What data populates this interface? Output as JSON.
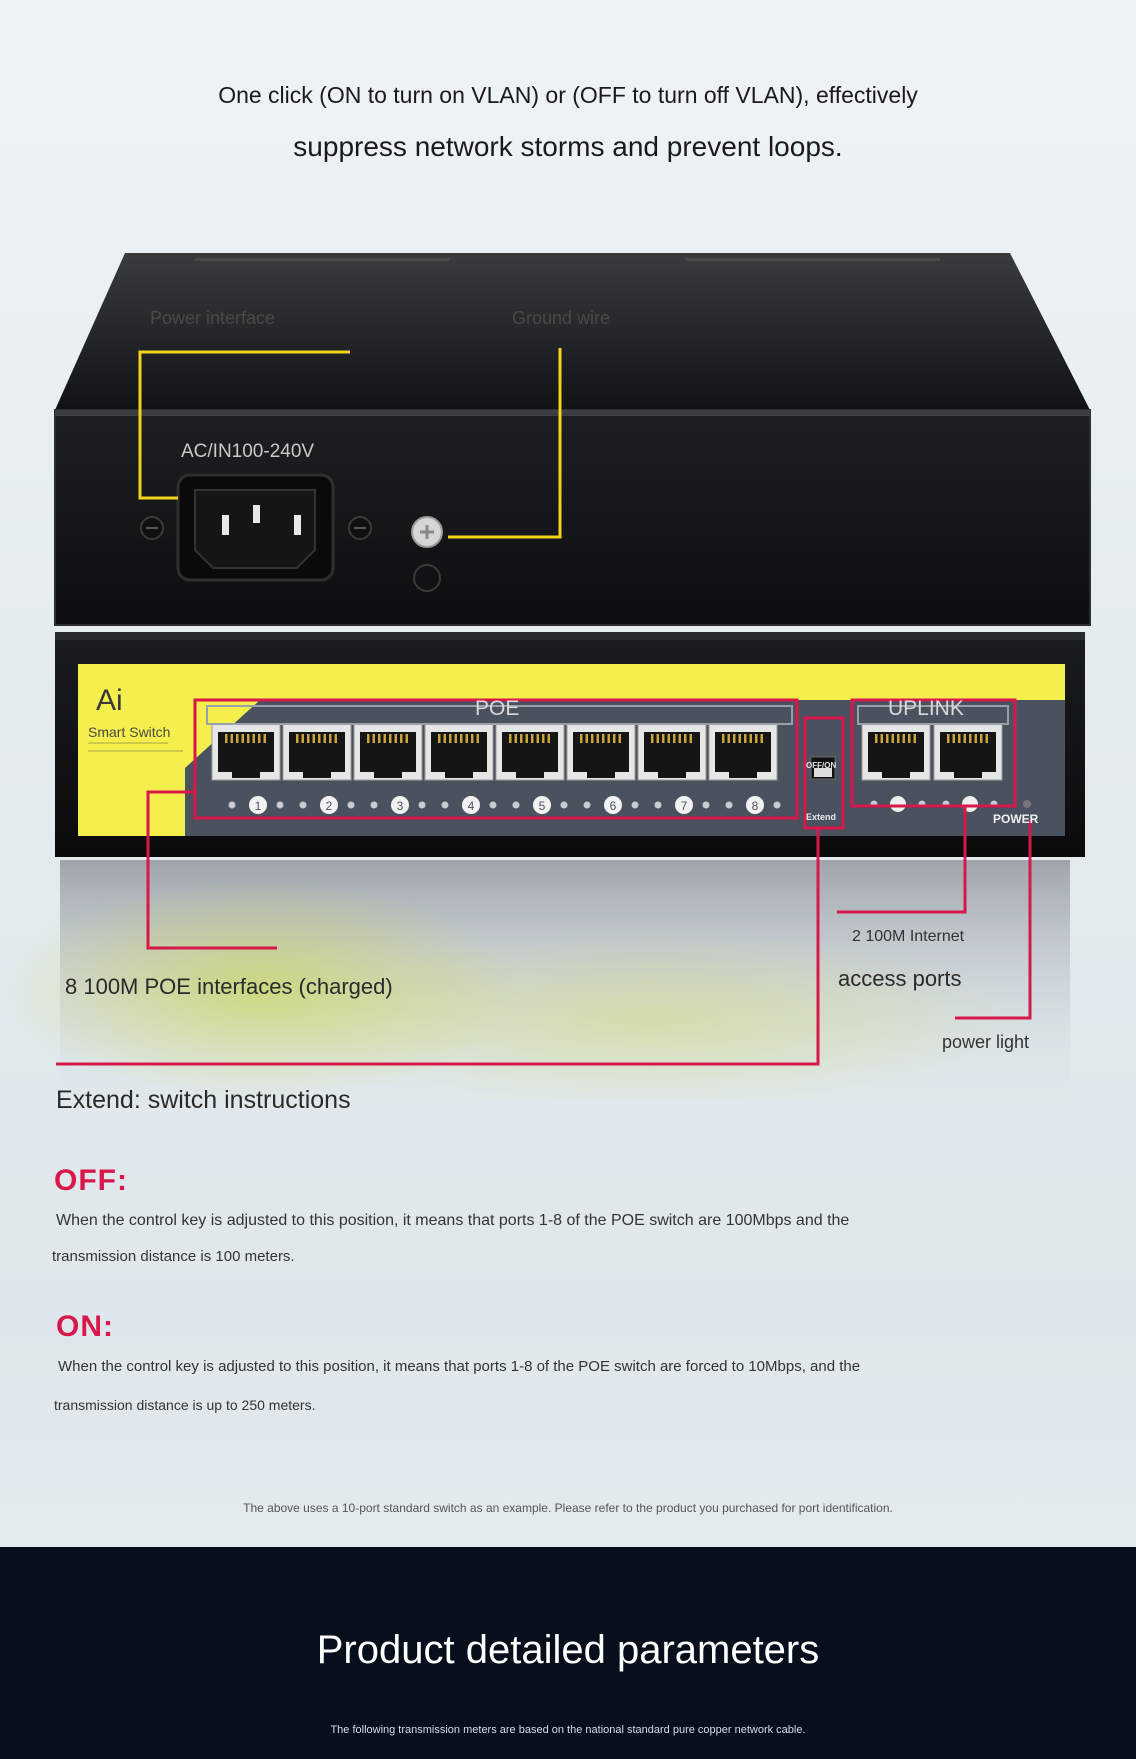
{
  "header": {
    "line1": "One click (ON to turn on VLAN) or (OFF to turn off VLAN), effectively",
    "line2": "suppress network storms and prevent loops."
  },
  "device": {
    "power_interface_label": "Power interface",
    "ground_wire_label": "Ground wire",
    "ac_input_label": "AC/IN100-240V",
    "brand_mark": "Ai",
    "product_name": "Smart Switch",
    "poe_group_label": "POE",
    "uplink_group_label": "UPLINK",
    "switch_label_top": "OFF/ON",
    "switch_label_bottom": "Extend",
    "power_led_label": "POWER",
    "port_numbers": [
      "1",
      "2",
      "3",
      "4",
      "5",
      "6",
      "7",
      "8"
    ]
  },
  "callouts": {
    "poe_ports": "8 100M POE interfaces (charged)",
    "uplink_ports_line1": "2 100M Internet",
    "uplink_ports_line2": "access ports",
    "power_light": "power light"
  },
  "instructions": {
    "extend_title": "Extend: switch instructions",
    "off_title": "OFF:",
    "off_line1": "When the control key is adjusted to this position, it means that ports 1-8 of the POE switch are 100Mbps and the",
    "off_line2": "transmission distance is 100 meters.",
    "on_title": "ON:",
    "on_line1": "When the control key is adjusted to this position, it means that ports 1-8 of the POE switch are forced to 10Mbps, and the",
    "on_line2": "transmission distance is up to 250 meters.",
    "footnote": "The above uses a 10-port standard switch as an example. Please refer to the product you purchased for port identification."
  },
  "footer": {
    "title": "Product detailed parameters",
    "subtitle": "The following transmission meters are based on the national standard pure copper network cable."
  },
  "colors": {
    "callout_yellow": "#f1d21c",
    "callout_red": "#d8174a",
    "panel_yellow": "#f4ef4c",
    "footer_bg": "#070e1c"
  }
}
